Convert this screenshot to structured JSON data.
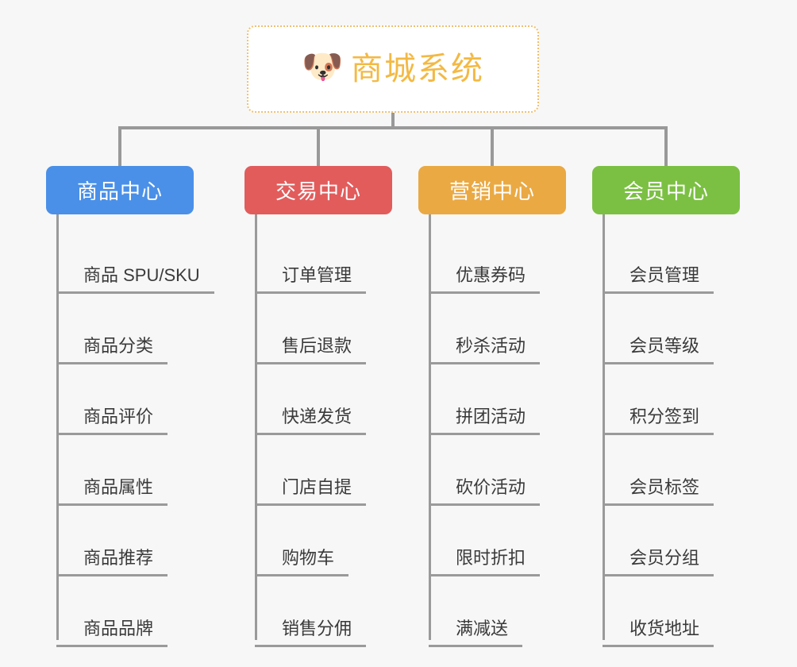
{
  "diagram": {
    "title": "商城系统",
    "root": {
      "icon": "🐶",
      "icon_name": "dog-face-icon",
      "label": "商城系统",
      "text_color": "#f3b944",
      "border_color": "#f0c070",
      "background": "#ffffff"
    },
    "connector_color": "#999999",
    "background": "#f7f7f7",
    "leaf_text_color": "#3a3a3a",
    "leaf_rule_color": "#9a9a9a",
    "columns": [
      {
        "label": "商品中心",
        "color": "#4a90e8",
        "items": [
          "商品 SPU/SKU",
          "商品分类",
          "商品评价",
          "商品属性",
          "商品推荐",
          "商品品牌"
        ]
      },
      {
        "label": "交易中心",
        "color": "#e25c5c",
        "items": [
          "订单管理",
          "售后退款",
          "快递发货",
          "门店自提",
          "购物车",
          "销售分佣"
        ]
      },
      {
        "label": "营销中心",
        "color": "#eaa943",
        "items": [
          "优惠券码",
          "秒杀活动",
          "拼团活动",
          "砍价活动",
          "限时折扣",
          "满减送"
        ]
      },
      {
        "label": "会员中心",
        "color": "#7bc043",
        "items": [
          "会员管理",
          "会员等级",
          "积分签到",
          "会员标签",
          "会员分组",
          "收货地址"
        ]
      }
    ]
  }
}
